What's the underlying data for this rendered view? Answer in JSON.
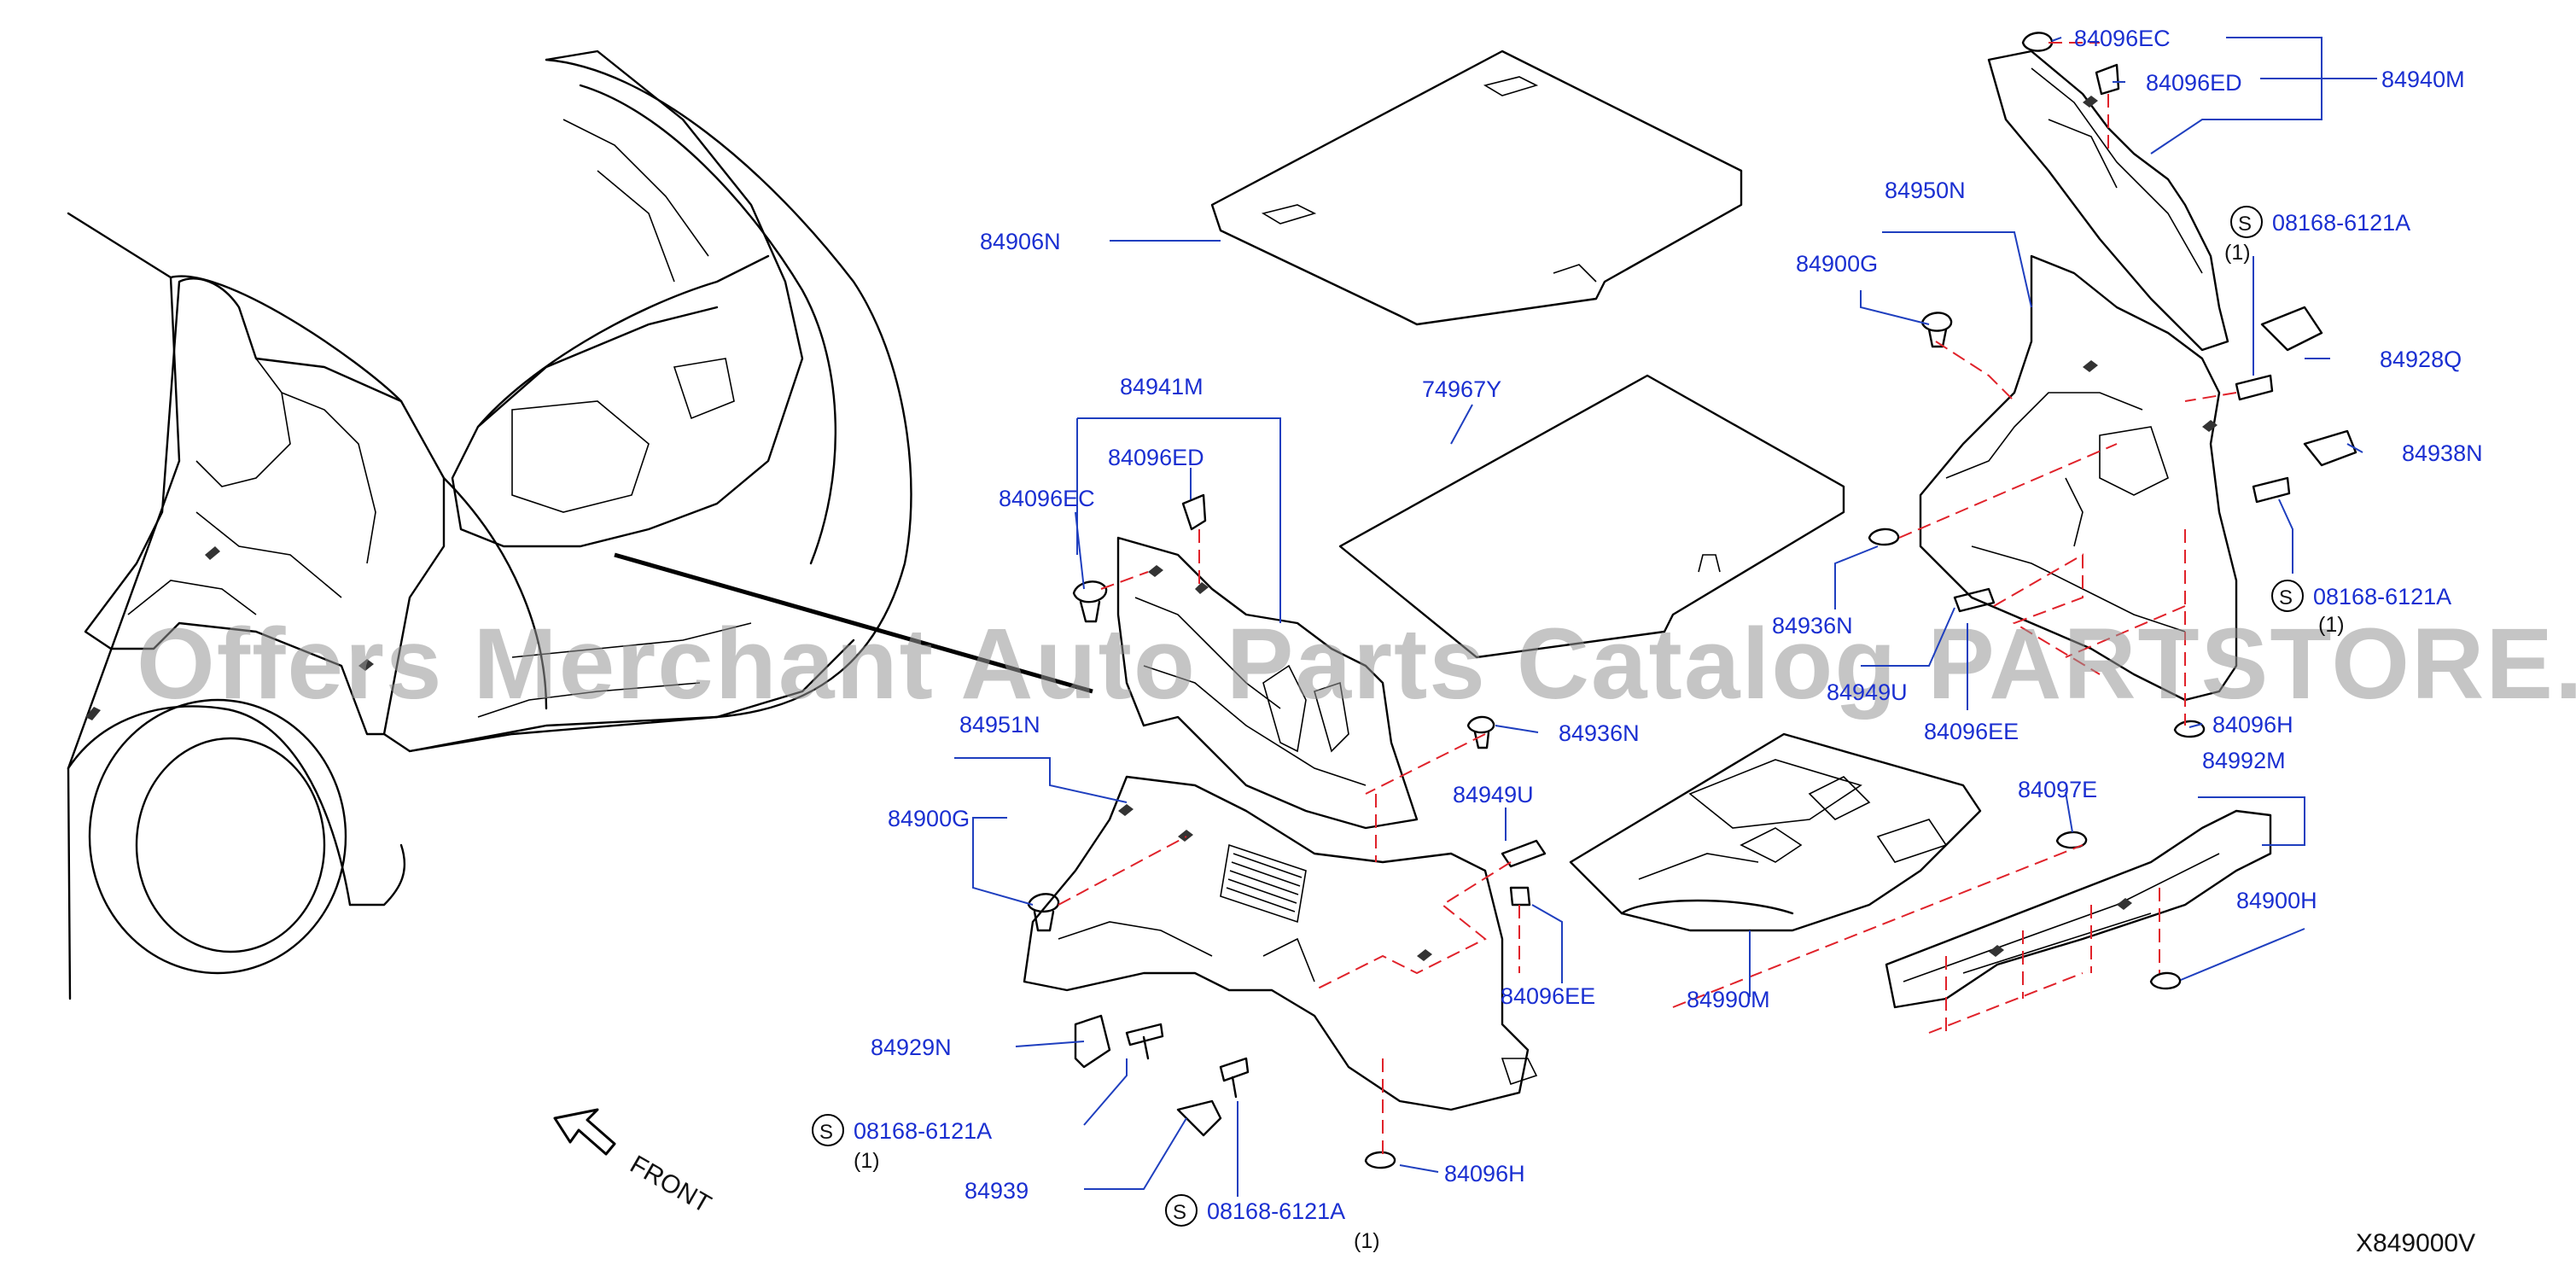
{
  "watermark": "Offers Merchant Auto Parts Catalog PARTSTORE.SA",
  "diagram_code": "X849000V",
  "front_label": "FRONT",
  "screw_symbol": "S",
  "labels": {
    "l84906N": "84906N",
    "l74967Y": "74967Y",
    "l84941M": "84941M",
    "l84096ED_a": "84096ED",
    "l84096EC_a": "84096EC",
    "l84951N": "84951N",
    "l84900G_a": "84900G",
    "l84936N": "84936N",
    "l84949U_a": "84949U",
    "l84096EE_a": "84096EE",
    "l84929N": "84929N",
    "l08168_a": "08168-6121A",
    "qty_a": "(1)",
    "l84939": "84939",
    "l08168_b": "08168-6121A",
    "qty_b": "(1)",
    "l84096H_a": "84096H",
    "l84990M": "84990M",
    "l84096EC_b": "84096EC",
    "l84096ED_b": "84096ED",
    "l84940M": "84940M",
    "l84950N": "84950N",
    "l84900G_b": "84900G",
    "l08168_c": "08168-6121A",
    "qty_c": "(1)",
    "l84928Q": "84928Q",
    "l84938N": "84938N",
    "l08168_d": "08168-6121A",
    "qty_d": "(1)",
    "l84936N_b": "84936N",
    "l84949U_b": "84949U",
    "l84096EE_b": "84096EE",
    "l84096H_b": "84096H",
    "l84097E": "84097E",
    "l84992M": "84992M",
    "l84900H": "84900H"
  },
  "colors": {
    "part_label": "#1a2fd1",
    "leader_line": "#1f3fbf",
    "clip_path": "#e0222a",
    "drawing": "#000000"
  }
}
